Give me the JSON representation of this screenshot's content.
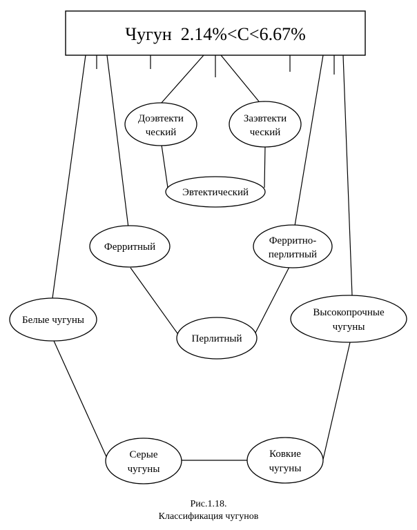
{
  "header": {
    "title": "Чугун  2.14%<C<6.67%"
  },
  "nodes": {
    "doevtekt": {
      "line1": "Доэвтекти",
      "line2": "ческий"
    },
    "zaevtekt": {
      "line1": "Заэвтекти",
      "line2": "ческий"
    },
    "evtekt": {
      "label": "Эвтектический"
    },
    "ferritny": {
      "label": "Ферритный"
    },
    "ferritno_perlitny": {
      "line1": "Ферритно-",
      "line2": "перлитный"
    },
    "perlitny": {
      "label": "Перлитный"
    },
    "belye": {
      "label": "Белые чугуны"
    },
    "vysokoprochnye": {
      "line1": "Высокопрочные",
      "line2": "чугуны"
    },
    "serye": {
      "line1": "Серые",
      "line2": "чугуны"
    },
    "kovkie": {
      "line1": "Ковкие",
      "line2": "чугуны"
    }
  },
  "caption": {
    "figure": "Рис.1.18.",
    "text": "Классификация чугунов"
  }
}
